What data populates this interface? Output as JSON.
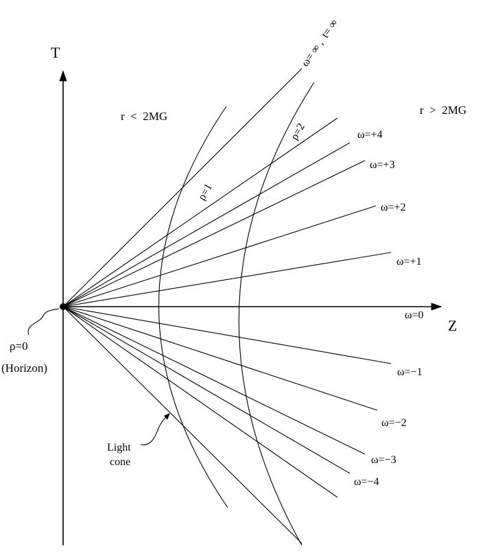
{
  "axes": {
    "vertical_label": "T",
    "horizontal_label": "Z"
  },
  "regions": {
    "inside": "r  <  2MG",
    "outside": "r  >  2MG"
  },
  "origin": {
    "label": "ρ=0",
    "sublabel": "(Horizon)"
  },
  "light_cone_label": [
    "Light",
    "cone"
  ],
  "top_ray_label": "ω= ∞ ,  t= ∞",
  "rays": [
    {
      "label": "ω=+4"
    },
    {
      "label": "ω=+3"
    },
    {
      "label": "ω=+2"
    },
    {
      "label": "ω=+1"
    },
    {
      "label": "ω=0"
    },
    {
      "label": "ω=−1"
    },
    {
      "label": "ω=−2"
    },
    {
      "label": "ω=−3"
    },
    {
      "label": "ω=−4"
    }
  ],
  "hyperbolas": [
    {
      "label": "ρ=1"
    },
    {
      "label": "ρ=2"
    }
  ]
}
